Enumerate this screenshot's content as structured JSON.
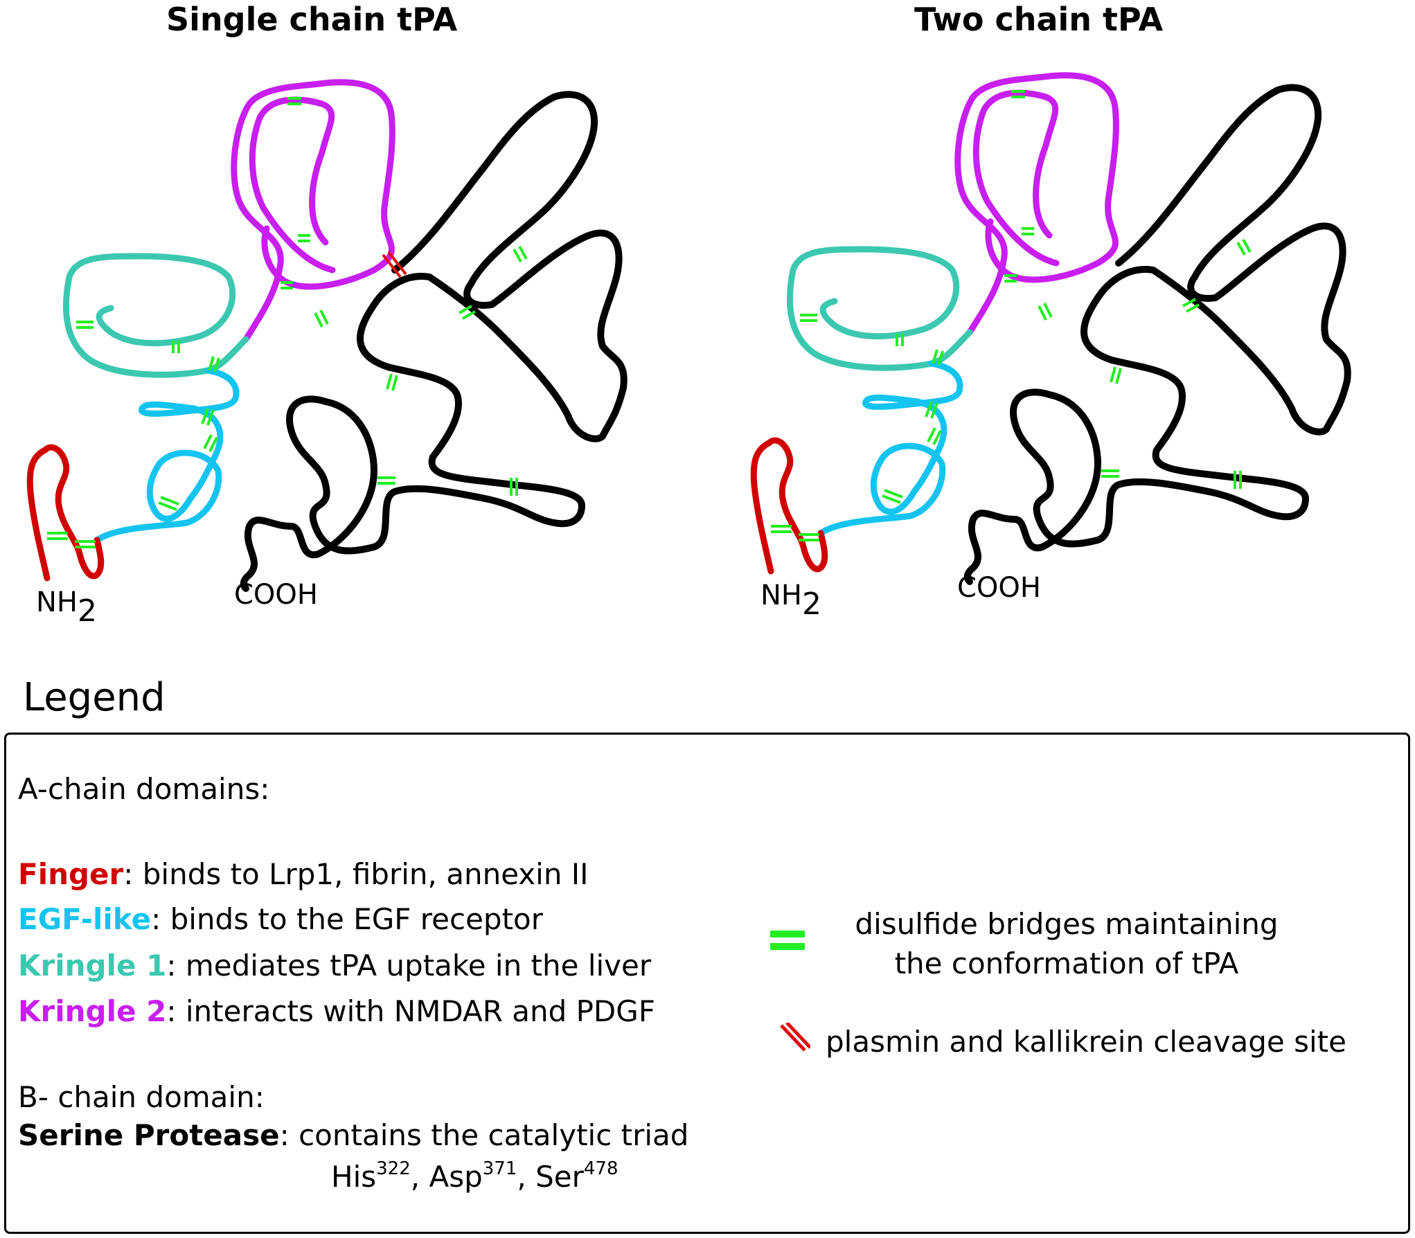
{
  "panels": {
    "left": {
      "title": "Single chain tPA",
      "nterm": "NH",
      "nterm_sub": "2",
      "cterm": "COOH"
    },
    "right": {
      "title": "Two chain tPA",
      "nterm": "NH",
      "nterm_sub": "2",
      "cterm": "COOH"
    }
  },
  "colors": {
    "finger": "#d00000",
    "egf": "#14c4f0",
    "kringle1": "#3cc8b0",
    "kringle2": "#c81ef0",
    "protease": "#000000",
    "disulfide": "#22ee22",
    "cleavage": "#e01010"
  },
  "legend": {
    "heading": "Legend",
    "a_chain_header": "A-chain domains:",
    "finger_name": "Finger",
    "finger_desc": ": binds to Lrp1, fibrin, annexin II",
    "egf_name": "EGF-like",
    "egf_desc": ": binds to the EGF receptor",
    "k1_name": "Kringle 1",
    "k1_desc": ": mediates tPA uptake in the liver",
    "k2_name": "Kringle 2",
    "k2_desc": ": interacts with NMDAR and PDGF",
    "b_chain_header": "B- chain domain:",
    "sp_name": "Serine Protease",
    "sp_desc": ": contains the catalytic triad",
    "triad": {
      "his": "His",
      "his_num": "322",
      "asp": "Asp",
      "asp_num": "371",
      "ser": "Ser",
      "ser_num": "478"
    },
    "disulfide_line1": "disulfide bridges maintaining",
    "disulfide_line2": "the conformation of tPA",
    "cleavage_text": "plasmin and kallikrein cleavage site"
  }
}
